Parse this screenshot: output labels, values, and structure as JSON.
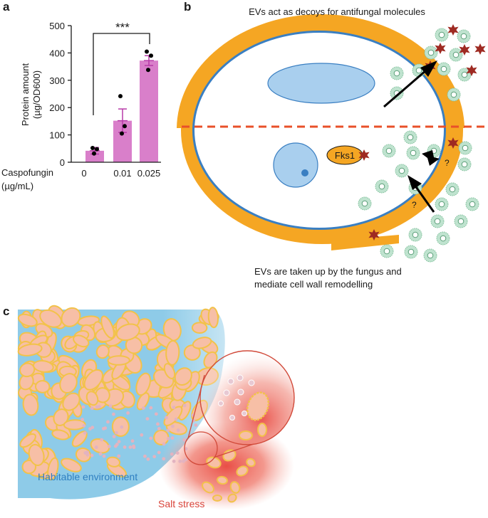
{
  "panels": {
    "a": "a",
    "b": "b",
    "c": "c"
  },
  "chart_data": {
    "type": "bar",
    "categories": [
      "0",
      "0.01",
      "0.025"
    ],
    "values": [
      42,
      152,
      372
    ],
    "errors": [
      12,
      43,
      18
    ],
    "points": [
      [
        52,
        48,
        32
      ],
      [
        242,
        132,
        105
      ],
      [
        405,
        390,
        338
      ]
    ],
    "ylim": [
      0,
      500
    ],
    "yticks": [
      0,
      100,
      200,
      300,
      400,
      500
    ],
    "ylabel_line1": "Protein amount",
    "ylabel_line2": "(µg/OD600)",
    "xlabel_line1": "Caspofungin",
    "xlabel_line2": "(µg/mL)",
    "significance": "***",
    "bar_color": "#d97fca",
    "error_color": "#b83aa8"
  },
  "diagram_b": {
    "top_caption": "EVs act as decoys for antifungal molecules",
    "bottom_caption_line1": "EVs are taken up by the fungus and",
    "bottom_caption_line2": "mediate cell wall remodelling",
    "protein_label": "Fks1",
    "question_mark": "?",
    "colors": {
      "wall": "#f5a623",
      "membrane": "#3a7fc2",
      "organelle": "#a9cfee",
      "divider": "#e8502a",
      "drug": "#9e2a22",
      "vesicle": "#bfe3cf"
    }
  },
  "diagram_c": {
    "habitable_label": "Habitable environment",
    "salt_label": "Salt stress",
    "colors": {
      "habitable": "#8ecbe8",
      "habitable_text": "#2f7fc1",
      "salt": "#e8453c",
      "salt_text": "#d9443a",
      "cell_fill": "#f7bfa6",
      "cell_border": "#f2c24a"
    }
  }
}
